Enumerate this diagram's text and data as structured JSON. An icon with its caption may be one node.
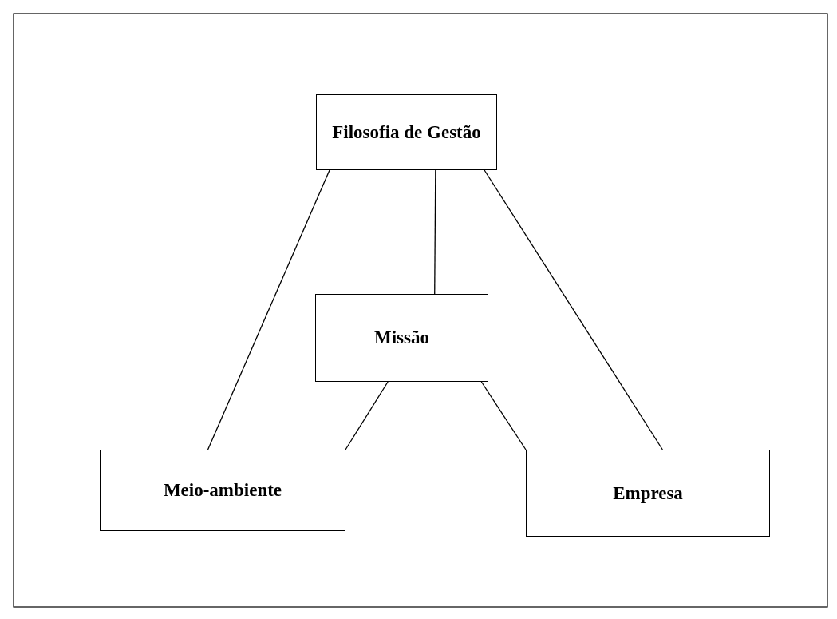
{
  "diagram": {
    "nodes": [
      {
        "text": [
          "Filosofia de Gestão"
        ]
      },
      {
        "text": [
          "Missão"
        ]
      },
      {
        "text": [
          "Meio-ambiente"
        ]
      },
      {
        "text": [
          "Empresa"
        ]
      }
    ],
    "edges": [
      {
        "from": 0,
        "to": 2,
        "arrow": "none"
      },
      {
        "from": 0,
        "to": 1,
        "arrow": "none"
      },
      {
        "from": 0,
        "to": 3,
        "arrow": "none"
      },
      {
        "from": 1,
        "to": 2,
        "arrow": "none"
      },
      {
        "from": 1,
        "to": 3,
        "arrow": "none"
      }
    ]
  }
}
